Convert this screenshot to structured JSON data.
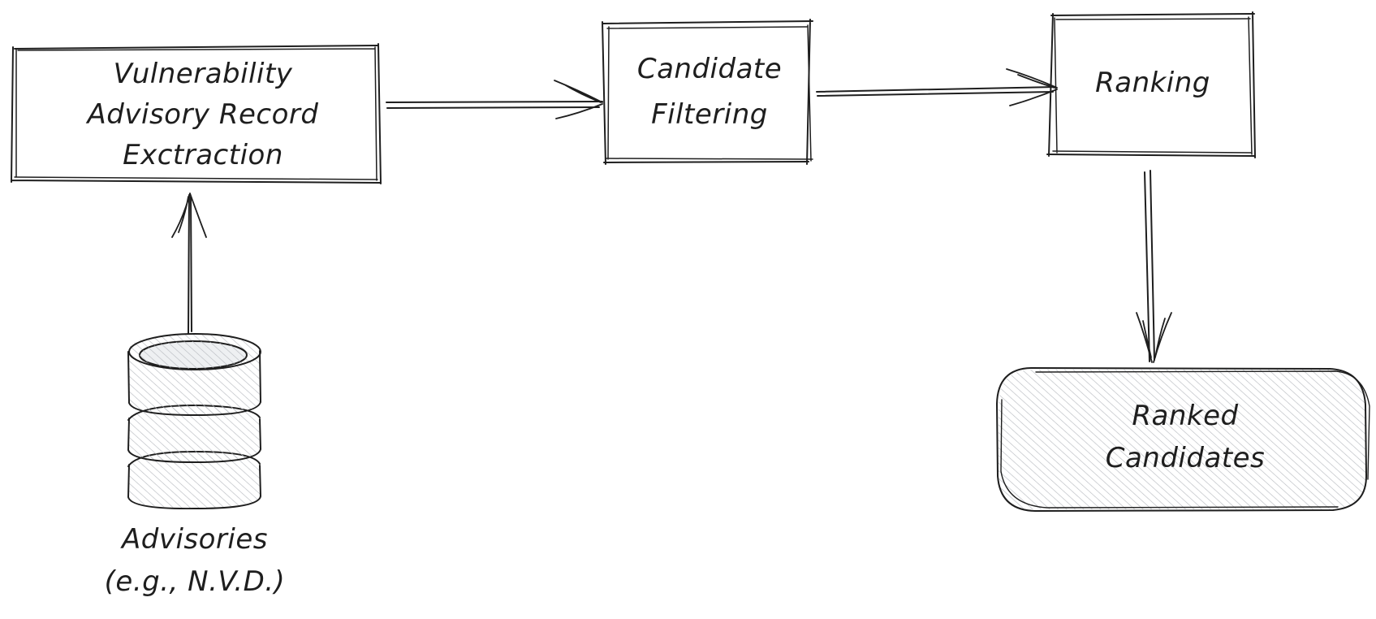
{
  "nodes": {
    "extraction": {
      "lines": [
        "Vulnerability",
        "Advisory Record",
        "Exctraction"
      ]
    },
    "filtering": {
      "lines": [
        "Candidate",
        "Filtering"
      ]
    },
    "ranking": {
      "lines": [
        "Ranking"
      ]
    },
    "ranked_candidates": {
      "lines": [
        "Ranked",
        "Candidates"
      ]
    },
    "advisories": {
      "lines": [
        "Advisories",
        "(e.g., N.V.D.)"
      ]
    }
  },
  "edges": [
    {
      "from": "advisories",
      "to": "extraction"
    },
    {
      "from": "extraction",
      "to": "filtering"
    },
    {
      "from": "filtering",
      "to": "ranking"
    },
    {
      "from": "ranking",
      "to": "ranked_candidates"
    }
  ],
  "colors": {
    "stroke": "#1e1e1e",
    "hatch": "#c9cbcf",
    "background": "#ffffff"
  }
}
